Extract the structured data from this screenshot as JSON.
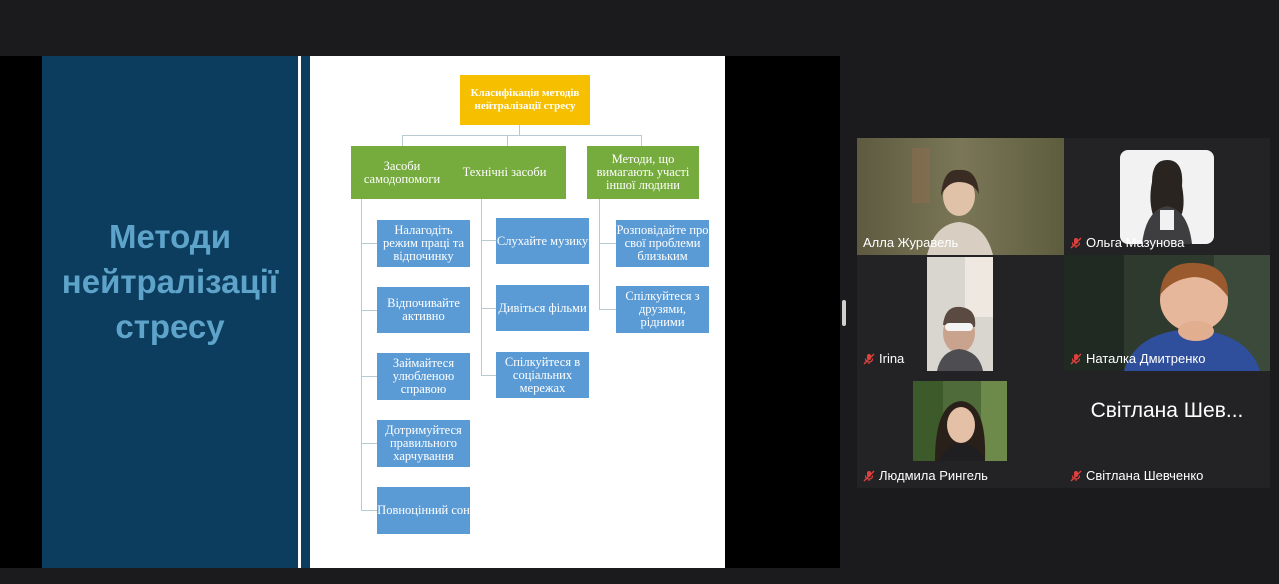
{
  "slide": {
    "title": "Методи нейтралізації стресу",
    "diagram": {
      "root": "Класифікація методів нейтралізації стресу",
      "categories": [
        {
          "label": "Засоби самодопомоги",
          "items": [
            "Налагодіть режим праці та відпочинку",
            "Відпочивайте активно",
            "Займайтеся улюбленою справою",
            "Дотримуйтеся правильного харчування",
            "Повноцінний сон"
          ]
        },
        {
          "label": "Технічні засоби",
          "items": [
            "Слухайте музику",
            "Дивіться фільми",
            "Спілкуйтеся в соціальних мережах"
          ]
        },
        {
          "label": "Методи, що вимагають участі іншої людини",
          "items": [
            "Розповідайте про свої проблеми близьким",
            "Спілкуйтеся з друзями, рідними"
          ]
        }
      ],
      "colors": {
        "root": "#f6c001",
        "category": "#76ab3d",
        "item": "#5b9bd5"
      }
    }
  },
  "participants": [
    {
      "name": "Алла Журавель",
      "muted": false,
      "speaking": true
    },
    {
      "name": "Ольга Мазунова",
      "muted": true
    },
    {
      "name": "Irina",
      "muted": true
    },
    {
      "name": "Наталка Дмитренко",
      "muted": true
    },
    {
      "name": "Людмила Рингель",
      "muted": true
    },
    {
      "name": "Світлана Шевченко",
      "muted": true,
      "display_text": "Світлана Шев..."
    }
  ],
  "icons": {
    "muted_mic": "mic-off-icon"
  },
  "colors": {
    "speaking_outline": "#3ed16b",
    "mute_icon": "#e0413c",
    "slide_left_bg": "#0c3d5e",
    "slide_title": "#5ea3c9"
  }
}
